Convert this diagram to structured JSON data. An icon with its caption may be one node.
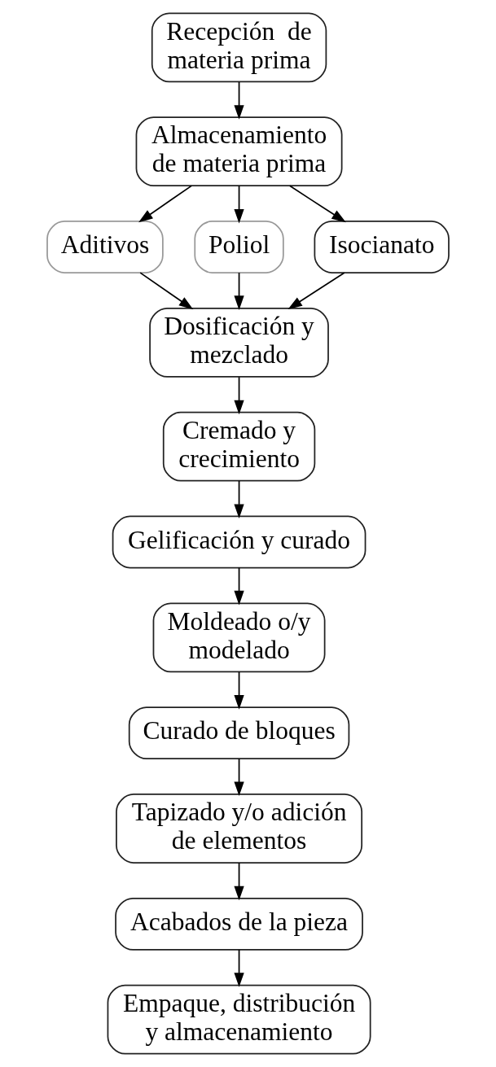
{
  "diagram": {
    "nodes": [
      {
        "text": [
          "Recepción  de materia prima"
        ]
      },
      {
        "text": [
          "Almacenamiento de materia prima"
        ]
      },
      {
        "text": [
          "Aditivos"
        ]
      },
      {
        "text": [
          "Poliol"
        ]
      },
      {
        "text": [
          "Isocianato"
        ]
      },
      {
        "text": [
          "Dosificación y mezclado"
        ]
      },
      {
        "text": [
          "Cremado y crecimiento"
        ]
      },
      {
        "text": [
          "Gelificación y curado"
        ]
      },
      {
        "text": [
          "Moldeado o/y modelado"
        ]
      },
      {
        "text": [
          "Curado de bloques"
        ]
      },
      {
        "text": [
          "Tapizado y/o adición de elementos"
        ]
      },
      {
        "text": [
          "Acabados de la pieza"
        ]
      },
      {
        "text": [
          "Empaque, distribución y almacenamiento"
        ]
      }
    ],
    "edges": [
      {
        "from": 0,
        "to": 1,
        "arrow": "to"
      },
      {
        "from": 1,
        "to": 2,
        "arrow": "to"
      },
      {
        "from": 1,
        "to": 3,
        "arrow": "to"
      },
      {
        "from": 1,
        "to": 4,
        "arrow": "to"
      },
      {
        "from": 2,
        "to": 5,
        "arrow": "to"
      },
      {
        "from": 3,
        "to": 5,
        "arrow": "to"
      },
      {
        "from": 4,
        "to": 5,
        "arrow": "to"
      },
      {
        "from": 5,
        "to": 6,
        "arrow": "to"
      },
      {
        "from": 6,
        "to": 7,
        "arrow": "to"
      },
      {
        "from": 7,
        "to": 8,
        "arrow": "to"
      },
      {
        "from": 8,
        "to": 9,
        "arrow": "to"
      },
      {
        "from": 9,
        "to": 10,
        "arrow": "to"
      },
      {
        "from": 10,
        "to": 11,
        "arrow": "to"
      },
      {
        "from": 11,
        "to": 12,
        "arrow": "to"
      }
    ]
  }
}
